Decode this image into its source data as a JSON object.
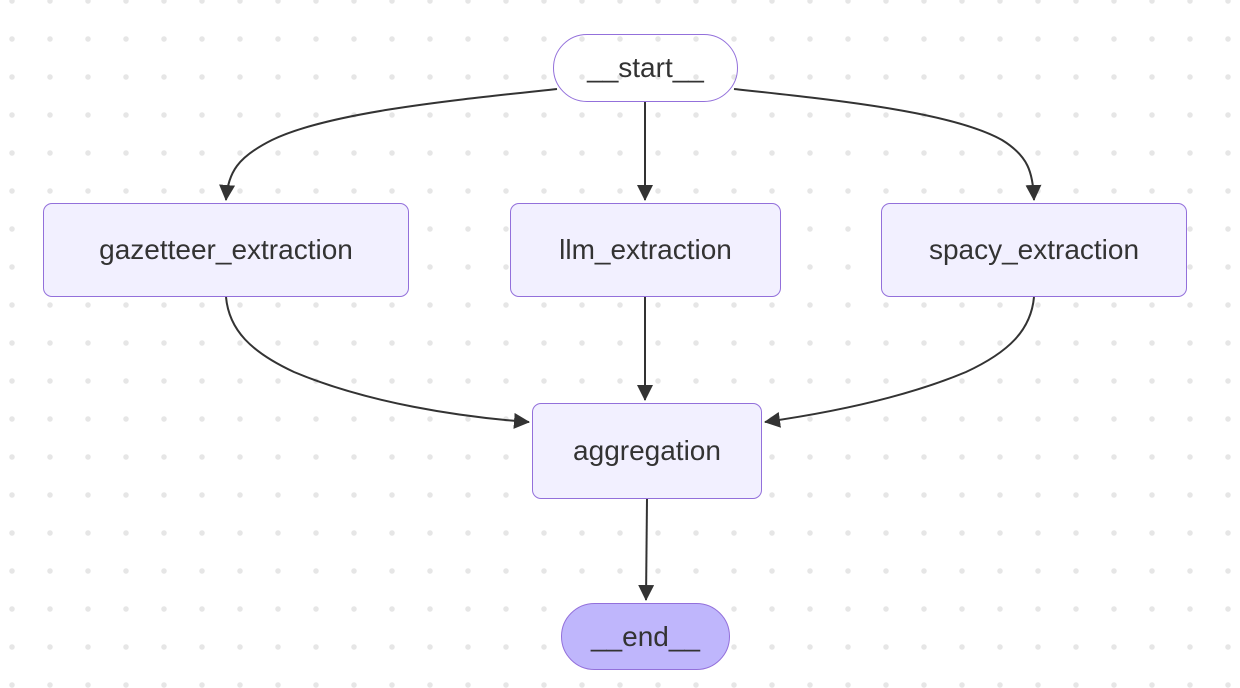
{
  "diagram": {
    "type": "flowchart",
    "direction": "top-down",
    "background_style": "dot-grid",
    "nodes": {
      "start": {
        "label": "__start__",
        "shape": "stadium"
      },
      "gazetteer_extraction": {
        "label": "gazetteer_extraction",
        "shape": "rect"
      },
      "llm_extraction": {
        "label": "llm_extraction",
        "shape": "rect"
      },
      "spacy_extraction": {
        "label": "spacy_extraction",
        "shape": "rect"
      },
      "aggregation": {
        "label": "aggregation",
        "shape": "rect"
      },
      "end": {
        "label": "__end__",
        "shape": "stadium"
      }
    },
    "edges": [
      {
        "from": "__start__",
        "to": "gazetteer_extraction"
      },
      {
        "from": "__start__",
        "to": "llm_extraction"
      },
      {
        "from": "__start__",
        "to": "spacy_extraction"
      },
      {
        "from": "gazetteer_extraction",
        "to": "aggregation"
      },
      {
        "from": "llm_extraction",
        "to": "aggregation"
      },
      {
        "from": "spacy_extraction",
        "to": "aggregation"
      },
      {
        "from": "aggregation",
        "to": "__end__"
      }
    ],
    "colors": {
      "node_fill": "#f2f0ff",
      "node_border": "#9370db",
      "start_node_fill": "transparent",
      "end_node_fill": "#bfb6fc",
      "edge_stroke": "#333333",
      "label_text": "#333333",
      "background": "#ffffff",
      "background_dots": "#e6e6e6"
    }
  }
}
